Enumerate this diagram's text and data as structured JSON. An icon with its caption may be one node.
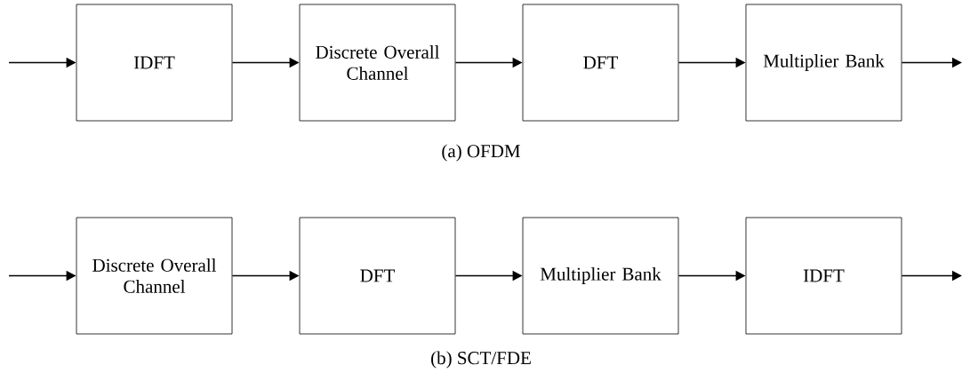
{
  "diagram": {
    "nodes": [
      {
        "text": [
          "IDFT"
        ]
      },
      {
        "text": [
          "Discrete Overall Channel"
        ]
      },
      {
        "text": [
          "DFT"
        ]
      },
      {
        "text": [
          "Multiplier Bank"
        ]
      },
      {
        "text": [
          "Discrete Overall Channel"
        ]
      },
      {
        "text": [
          "DFT"
        ]
      },
      {
        "text": [
          "Multiplier Bank"
        ]
      },
      {
        "text": [
          "IDFT"
        ]
      }
    ],
    "edges": [
      {
        "from": null,
        "to": 0,
        "arrow": "to"
      },
      {
        "from": 0,
        "to": 1,
        "arrow": "to"
      },
      {
        "from": 1,
        "to": 2,
        "arrow": "to"
      },
      {
        "from": 2,
        "to": 3,
        "arrow": "to"
      },
      {
        "from": 3,
        "to": null,
        "arrow": "to"
      },
      {
        "from": null,
        "to": 4,
        "arrow": "to"
      },
      {
        "from": 4,
        "to": 5,
        "arrow": "to"
      },
      {
        "from": 5,
        "to": 6,
        "arrow": "to"
      },
      {
        "from": 6,
        "to": 7,
        "arrow": "to"
      },
      {
        "from": 7,
        "to": null,
        "arrow": "to"
      }
    ],
    "labels": [
      "(a) OFDM",
      "(b) SCT/FDE"
    ]
  }
}
